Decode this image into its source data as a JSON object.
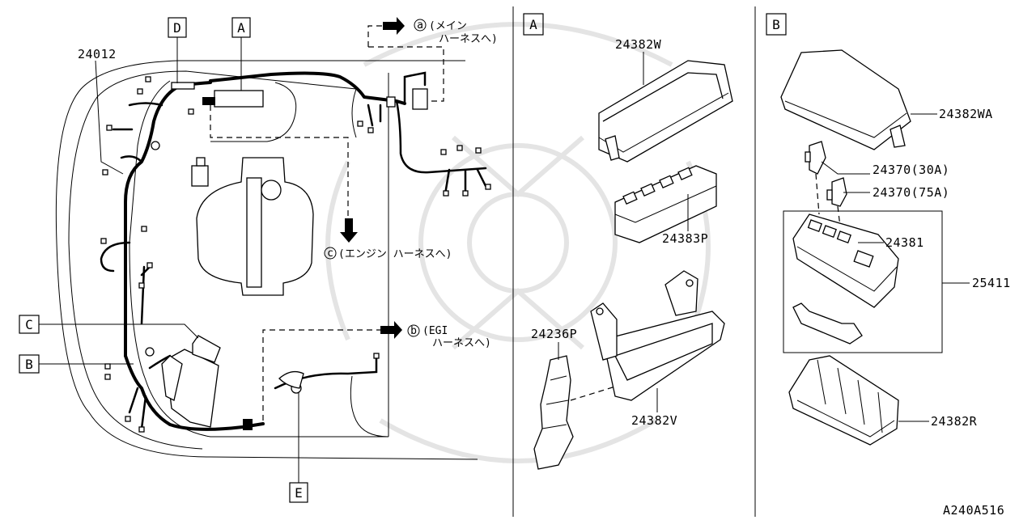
{
  "diagram_code": "A240A516",
  "callouts": {
    "A": "A",
    "B": "B",
    "C": "C",
    "D": "D",
    "E": "E"
  },
  "part_numbers": {
    "harness_main": "24012",
    "cover_a": "24382W",
    "relay_holder_a": "24383P",
    "bracket_a": "24236P",
    "box_a": "24382V",
    "cover_b": "24382WA",
    "fuse_30a": "24370(30A)",
    "fuse_75a": "24370(75A)",
    "fuse_block_b": "24381",
    "assembly_b": "25411",
    "bottom_b": "24382R"
  },
  "connection_notes": {
    "main_mark": "a",
    "main_line1": "(メイン",
    "main_line2": "ハーネスへ)",
    "engine_mark": "c",
    "engine_text": "(エンジン ハーネスへ)",
    "egi_mark": "b",
    "egi_line1": "(EGI",
    "egi_line2": "ハーネスへ)"
  }
}
